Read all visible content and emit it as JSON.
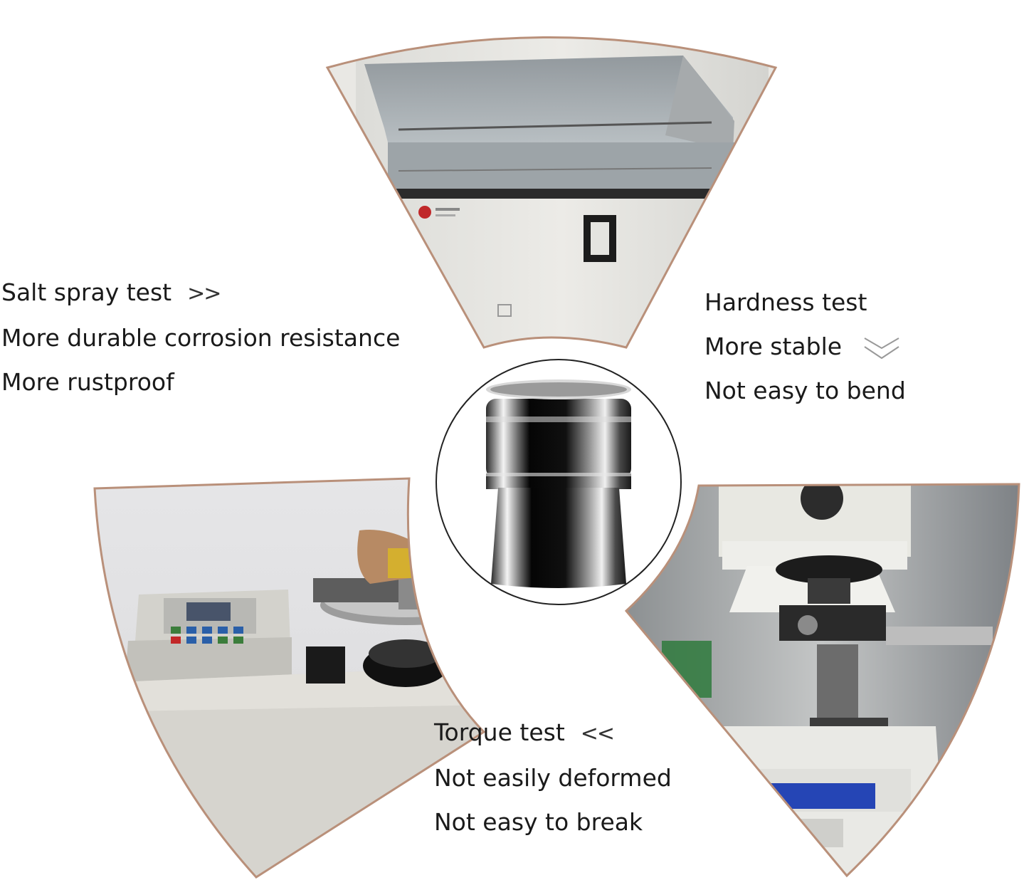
{
  "colors": {
    "background": "#ffffff",
    "border": "#b9907a",
    "text": "#1a1a1a"
  },
  "salt_spray": {
    "title": "Salt spray test",
    "arrow": ">>",
    "line2": "More durable corrosion resistance",
    "line3": "More rustproof",
    "image_icon": "salt-spray-chamber"
  },
  "hardness": {
    "title": "Hardness test",
    "line2": "More stable",
    "line3": "Not easy to bend",
    "arrow_icon": "double-chevron-down",
    "image_icon": "microhardness-tester"
  },
  "torque": {
    "title": "Torque test",
    "arrow": "<<",
    "line2": "Not easily deformed",
    "line3": "Not easy to break",
    "image_icon": "torque-tester"
  },
  "product": {
    "image_icon": "chrome-socket"
  }
}
